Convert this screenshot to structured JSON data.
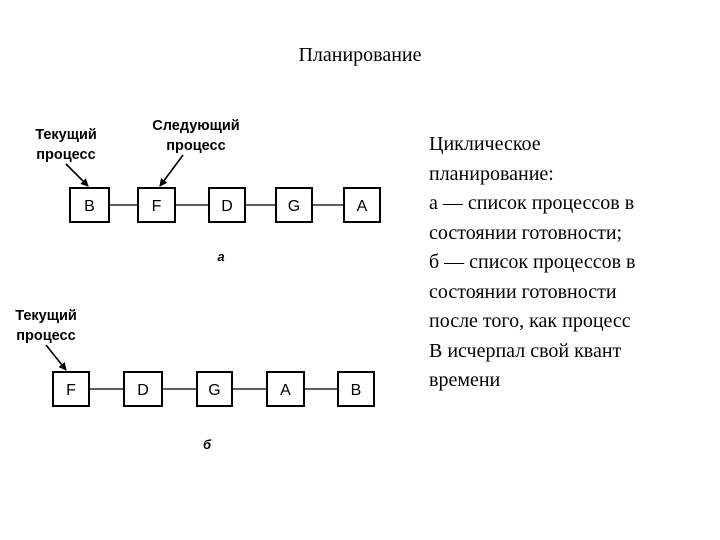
{
  "title": "Планирование",
  "caption_lines": [
    "Циклическое",
    "планирование:",
    "а — список процессов в",
    "состоянии готовности;",
    "б — список процессов в",
    "состоянии готовности",
    "после того, как процесс",
    "В исчерпал свой квант",
    "времени"
  ],
  "diagram_a": {
    "current_label": [
      "Текущий",
      "процесс"
    ],
    "next_label": [
      "Следующий",
      "процесс"
    ],
    "nodes": [
      "B",
      "F",
      "D",
      "G",
      "A"
    ],
    "sublabel": "а"
  },
  "diagram_b": {
    "current_label": [
      "Текущий",
      "процесс"
    ],
    "nodes": [
      "F",
      "D",
      "G",
      "A",
      "B"
    ],
    "sublabel": "б"
  }
}
